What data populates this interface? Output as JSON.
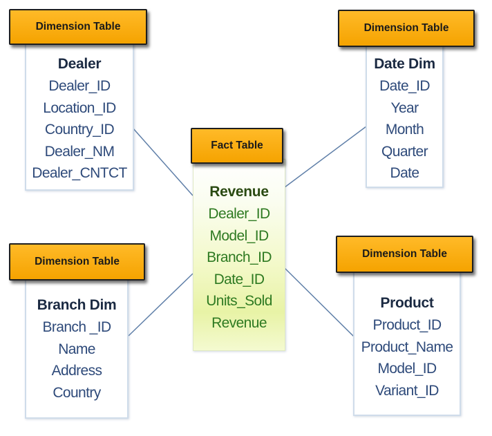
{
  "fact": {
    "label": "Fact Table",
    "title": "Revenue",
    "fields": [
      "Dealer_ID",
      "Model_ID",
      "Branch_ID",
      "Date_ID",
      "Units_Sold",
      "Revenue"
    ]
  },
  "dimensions": {
    "dealer": {
      "label": "Dimension Table",
      "title": "Dealer",
      "fields": [
        "Dealer_ID",
        "Location_ID",
        "Country_ID",
        "Dealer_NM",
        "Dealer_CNTCT"
      ]
    },
    "date": {
      "label": "Dimension Table",
      "title": "Date Dim",
      "fields": [
        "Date_ID",
        "Year",
        "Month",
        "Quarter",
        "Date"
      ]
    },
    "branch": {
      "label": "Dimension Table",
      "title": "Branch Dim",
      "fields": [
        "Branch _ID",
        "Name",
        "Address",
        "Country"
      ]
    },
    "product": {
      "label": "Dimension Table",
      "title": "Product",
      "fields": [
        "Product_ID",
        "Product_Name",
        "Model_ID",
        "Variant_ID"
      ]
    }
  },
  "colors": {
    "label_fill": "#f5a300",
    "connector": "#5f7fa8",
    "dimension_text": "#2e4a7a",
    "fact_text": "#2e7a22"
  }
}
